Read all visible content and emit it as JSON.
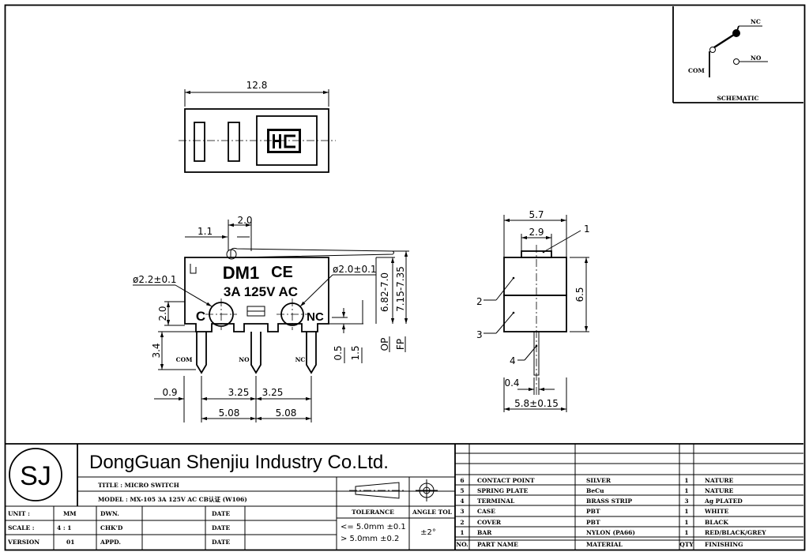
{
  "top_view": {
    "width": "12.8"
  },
  "front_view": {
    "dim_2_0_top": "2.0",
    "dim_1_1": "1.1",
    "brand": "DM1",
    "ce_mark": "CE",
    "rating": "3A  125V  AC",
    "hole_left": "ø2.2±0.1",
    "hole_right": "ø2.0±0.1",
    "label_c": "C",
    "label_nc_body": "NC",
    "dim_2_0_left": "2.0",
    "dim_6_82": "6.82-7.0",
    "dim_7_15": "7.15-7.35",
    "dim_op": "OP",
    "dim_fp": "FP",
    "dim_0_5": "0.5",
    "dim_1_5": "1.5",
    "dim_3_4": "3.4",
    "pin_com": "COM",
    "pin_no": "NO",
    "pin_nc": "NC",
    "dim_0_9": "0.9",
    "dim_3_25_a": "3.25",
    "dim_3_25_b": "3.25",
    "dim_5_08_a": "5.08",
    "dim_5_08_b": "5.08"
  },
  "side_view": {
    "dim_5_7": "5.7",
    "dim_2_9": "2.9",
    "dim_6_5": "6.5",
    "dim_0_4": "0.4",
    "dim_5_8": "5.8±0.15",
    "callout_1": "1",
    "callout_2": "2",
    "callout_3": "3",
    "callout_4": "4"
  },
  "schematic": {
    "nc": "NC",
    "no": "NO",
    "com": "COM",
    "title": "SCHEMATIC"
  },
  "title_block": {
    "logo": "SJ",
    "company": "DongGuan Shenjiu Industry Co.Ltd.",
    "title_row": "TITLE  :  MICRO SWITCH",
    "model_row": "MODEL  :  MX-105 3A 125V AC CB认证 (W106)",
    "unit_label": "UNIT   :",
    "unit_value": "MM",
    "scale_label": "SCALE  :",
    "scale_value": "4 : 1",
    "version_label": "VERSION",
    "version_value": "01",
    "dwn": "DWN.",
    "chkd": "CHK'D",
    "appd": "APPD.",
    "date1": "DATE",
    "date2": "DATE",
    "date3": "DATE",
    "tolerance_header": "TOLERANCE",
    "angle_header": "ANGLE TOL",
    "tol_line1": "<= 5.0mm  ±0.1",
    "tol_line2": ">  5.0mm  ±0.2",
    "angle_value": "±2°"
  },
  "bom": {
    "headers": {
      "no": "NO.",
      "part": "PART  NAME",
      "material": "MATERIAL",
      "qty": "QTY",
      "finishing": "FINISHING"
    },
    "rows": [
      {
        "no": "6",
        "part": "CONTACT POINT",
        "material": "SILVER",
        "qty": "1",
        "finishing": "NATURE"
      },
      {
        "no": "5",
        "part": "SPRING PLATE",
        "material": "BeCu",
        "qty": "1",
        "finishing": "NATURE"
      },
      {
        "no": "4",
        "part": "TERMINAL",
        "material": "BRASS STRIP",
        "qty": "3",
        "finishing": "Ag PLATED"
      },
      {
        "no": "3",
        "part": "CASE",
        "material": "PBT",
        "qty": "1",
        "finishing": "WHITE"
      },
      {
        "no": "2",
        "part": "COVER",
        "material": "PBT",
        "qty": "1",
        "finishing": "BLACK"
      },
      {
        "no": "1",
        "part": "BAR",
        "material": "NYLON (PA66)",
        "qty": "1",
        "finishing": "RED/BLACK/GREY"
      }
    ]
  }
}
